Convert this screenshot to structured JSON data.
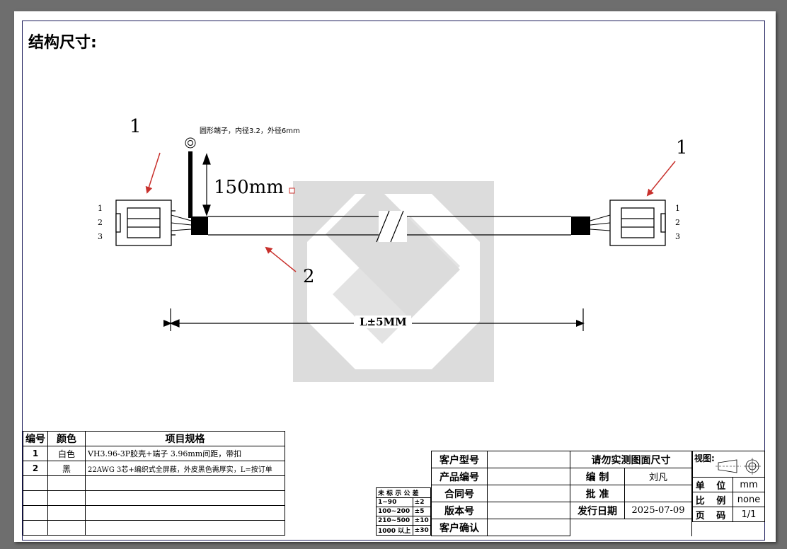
{
  "title": "结构尺寸:",
  "drawing": {
    "callout_left": "1",
    "callout_right": "1",
    "callout_cable": "2",
    "ring_note": "圆形端子，内径3.2，外径6mm",
    "ring_length": "150mm",
    "length_dim": "L±5MM",
    "pins_left": [
      "1",
      "2",
      "3"
    ],
    "pins_right": [
      "1",
      "2",
      "3"
    ]
  },
  "bom": {
    "headers": [
      "编号",
      "颜色",
      "项目规格"
    ],
    "rows": [
      {
        "no": "1",
        "color": "白色",
        "spec": "VH3.96-3P胶壳+端子 3.96mm间距，带扣"
      },
      {
        "no": "2",
        "color": "黑",
        "spec": "22AWG 3芯+编织式全屏蔽，外皮黑色需厚实，L=按订单"
      }
    ]
  },
  "tolerance": {
    "header": "未 标 示 公 差",
    "rows": [
      {
        "range": "1~90",
        "tol": "±2"
      },
      {
        "range": "100~200",
        "tol": "±5"
      },
      {
        "range": "210~500",
        "tol": "±10"
      },
      {
        "range": "1000 以上",
        "tol": "±30"
      }
    ]
  },
  "title_block": {
    "customer_model": "客户型号",
    "product_no": "产品编号",
    "contract_no": "合同号",
    "version_no": "版本号",
    "customer_confirm": "客户确认",
    "notice": "请勿实测图面尺寸",
    "drawn_by_label": "编 制",
    "drawn_by": "刘凡",
    "approved_label": "批 准",
    "issue_date_label": "发行日期",
    "issue_date": "2025-07-09",
    "view_label": "视图:",
    "unit_label": "单 位",
    "unit": "mm",
    "scale_label": "比 例",
    "scale": "none",
    "page_label": "页 码",
    "page": "1/1"
  },
  "colors": {
    "arrow": "#c8302c",
    "frame": "#1a1a5a",
    "watermark": "#d6d6d6"
  }
}
